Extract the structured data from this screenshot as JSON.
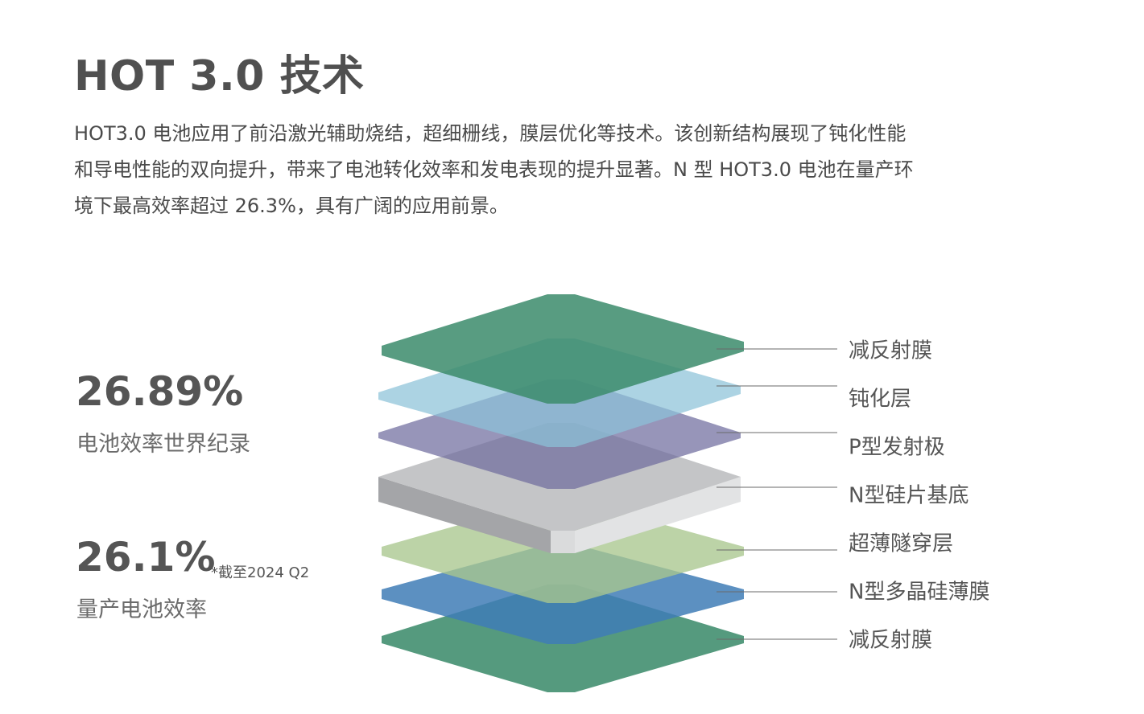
{
  "title": "HOT 3.0 技术",
  "description": [
    "HOT3.0 电池应用了前沿激光辅助烧结，超细栅线，膜层优化等技术。该创新结构展现了钝化性能",
    "和导电性能的双向提升，带来了电池转化效率和发电表现的提升显著。N 型 HOT3.0 电池在量产环",
    "境下最高效率超过 26.3%，具有广阔的应用前景。"
  ],
  "stats": [
    {
      "value": "26.89%",
      "label": "电池效率世界纪录",
      "note": ""
    },
    {
      "value": "26.1%",
      "label": "量产电池效率",
      "note": "*截至2024 Q2"
    }
  ],
  "layers": [
    {
      "label": "减反射膜",
      "color": "#3d8c6c"
    },
    {
      "label": "钝化层",
      "color": "#8cc2d8"
    },
    {
      "label": "P型发射极",
      "color": "#7b7aa8"
    },
    {
      "label": "N型硅片基底",
      "color": "#c4c5c7"
    },
    {
      "label": "超薄隧穿层",
      "color": "#a9c68e"
    },
    {
      "label": "N型多晶硅薄膜",
      "color": "#3f7db6"
    },
    {
      "label": "减反射膜",
      "color": "#3d8c6c"
    }
  ]
}
